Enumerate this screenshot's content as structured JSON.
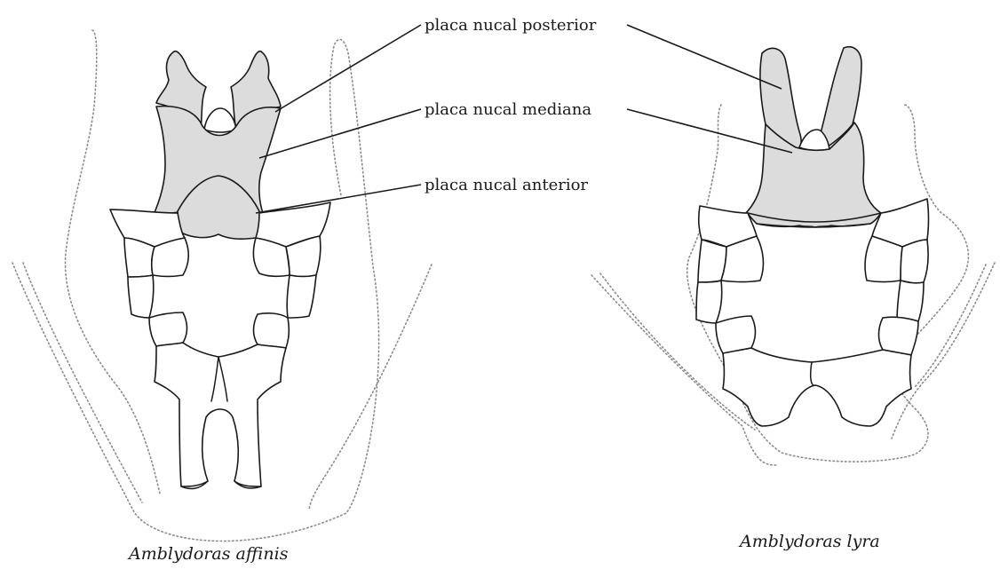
{
  "labels": {
    "posterior": "placa nucal posterior",
    "mediana": "placa nucal mediana",
    "anterior": "placa nucal anterior"
  },
  "species": {
    "left": "Amblydoras affinis",
    "right": "Amblydoras lyra"
  },
  "colors": {
    "nucal_fill": "#dcdcdc",
    "line": "#1a1a1a",
    "body_outline": "#8a8a8a"
  }
}
